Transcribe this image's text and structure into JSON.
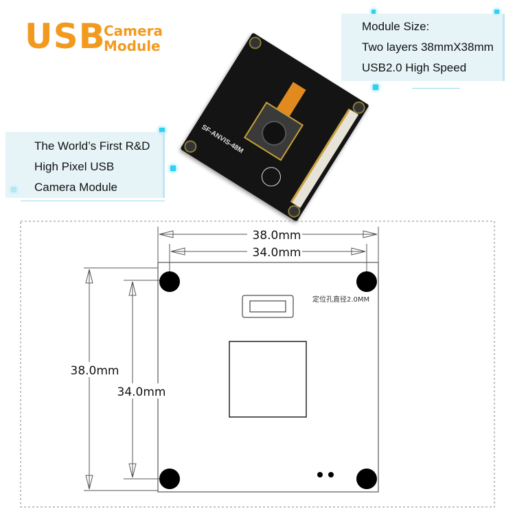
{
  "header": {
    "logo_main": "USB",
    "logo_line1": "Camera",
    "logo_line2": "Module"
  },
  "spec_box": {
    "lines": [
      "Module Size:",
      "Two layers 38mmX38mm",
      "USB2.0 High Speed"
    ]
  },
  "feature_box": {
    "lines": [
      "The World’s First R&D",
      "High Pixel USB",
      "Camera Module"
    ]
  },
  "product": {
    "silkscreen": "SF-ANVIS-48M"
  },
  "drawing": {
    "outer_width": "38.0mm",
    "inner_width": "34.0mm",
    "outer_height": "38.0mm",
    "inner_height": "34.0mm",
    "hole_note": "定位孔直径2.0MM"
  },
  "colors": {
    "brand_orange": "#f29a1f",
    "accent_cyan": "#2fd0f0"
  }
}
